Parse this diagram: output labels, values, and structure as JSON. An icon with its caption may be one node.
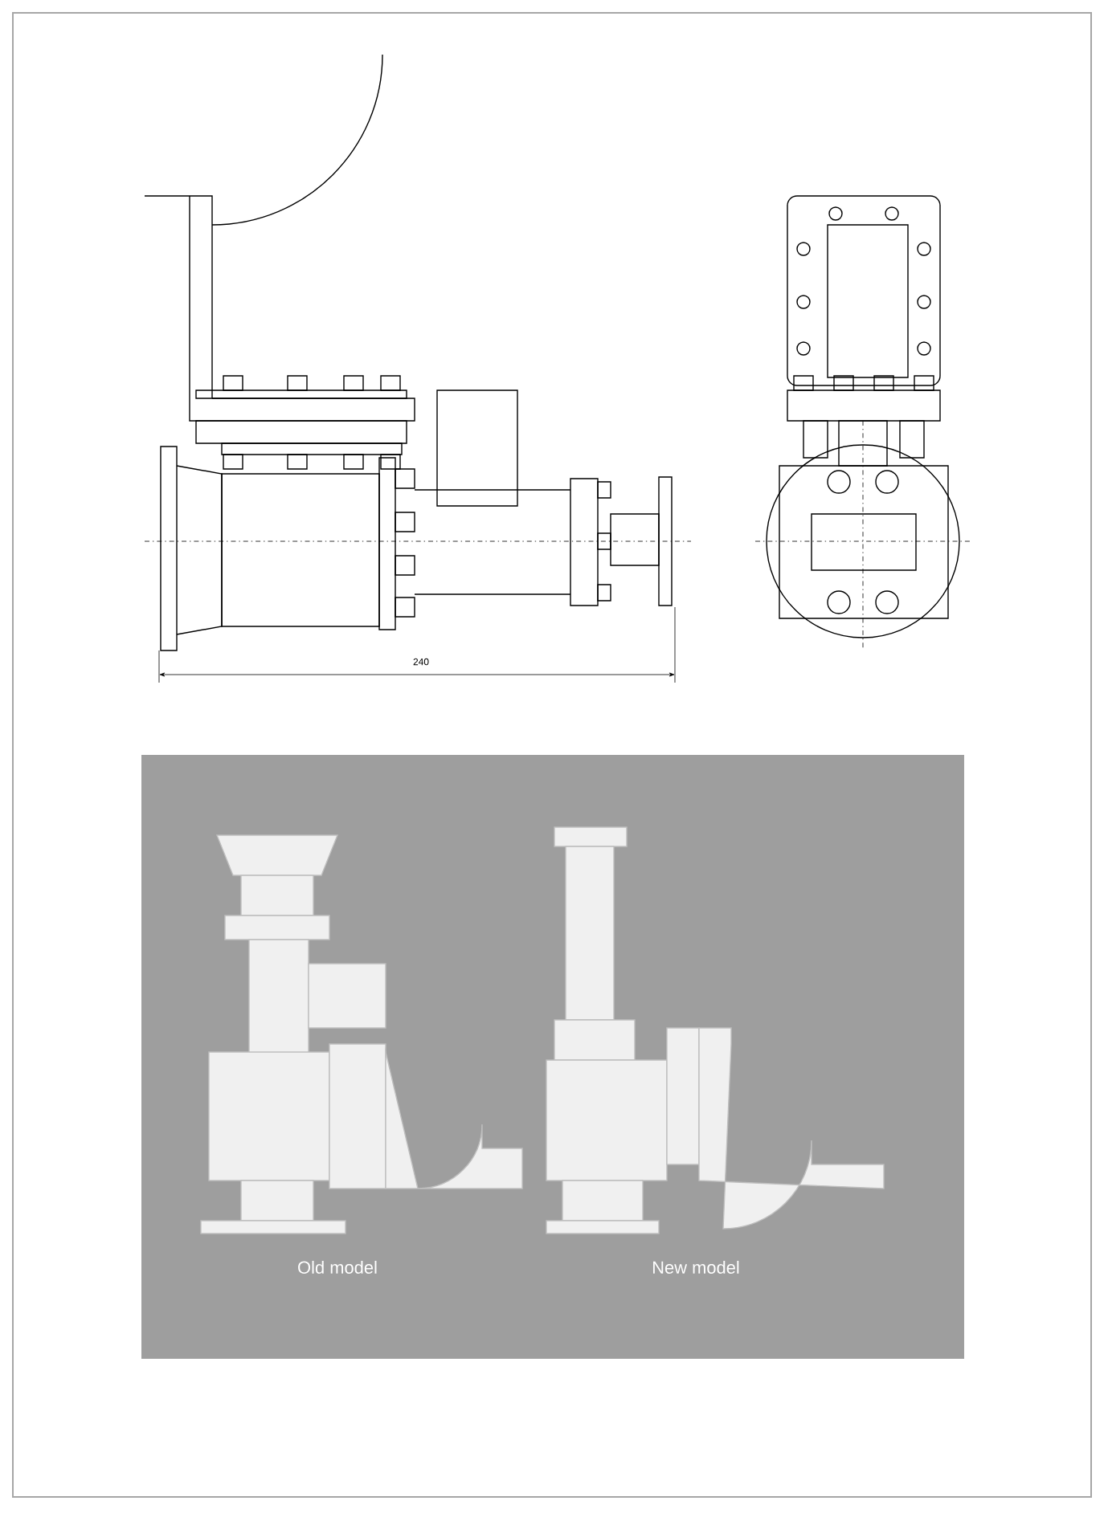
{
  "diagram": {
    "labels": [
      "240",
      "Old model",
      "New model"
    ]
  }
}
